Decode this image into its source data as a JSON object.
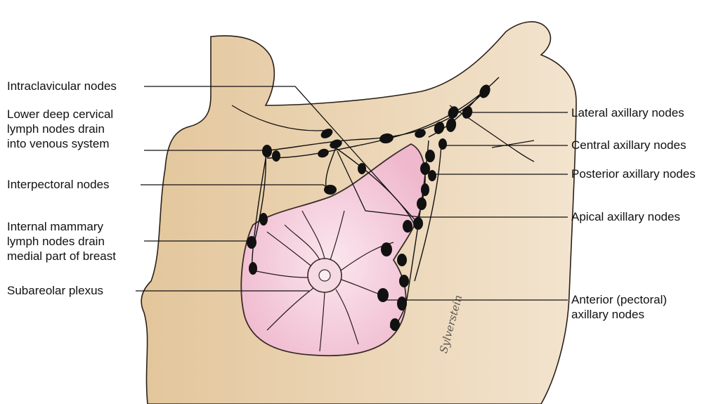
{
  "labels_left": [
    {
      "id": "intraclavicular",
      "lines": [
        "Intraclavicular nodes"
      ]
    },
    {
      "id": "lower-deep-cervical",
      "lines": [
        "Lower deep cervical",
        "lymph nodes drain",
        "into venous system"
      ]
    },
    {
      "id": "interpectoral",
      "lines": [
        "Interpectoral nodes"
      ]
    },
    {
      "id": "internal-mammary",
      "lines": [
        "Internal mammary",
        "lymph nodes drain",
        "medial part of breast"
      ]
    },
    {
      "id": "subareolar",
      "lines": [
        "Subareolar plexus"
      ]
    }
  ],
  "labels_right": [
    {
      "id": "lateral-axillary",
      "lines": [
        "Lateral axillary nodes"
      ]
    },
    {
      "id": "central-axillary",
      "lines": [
        "Central axillary nodes"
      ]
    },
    {
      "id": "posterior-axillary",
      "lines": [
        "Posterior axillary nodes"
      ]
    },
    {
      "id": "apical-axillary",
      "lines": [
        "Apical axillary nodes"
      ]
    },
    {
      "id": "anterior-axillary",
      "lines": [
        "Anterior (pectoral)",
        "axillary nodes"
      ]
    }
  ],
  "colors": {
    "skin_light": "#f3e4cf",
    "skin_dark": "#e3c69b",
    "breast_tissue": "#f1c4d6",
    "breast_outline": "#3b2a2a",
    "node": "#111111",
    "line": "#111111"
  },
  "signature_text": "Sylverstein"
}
